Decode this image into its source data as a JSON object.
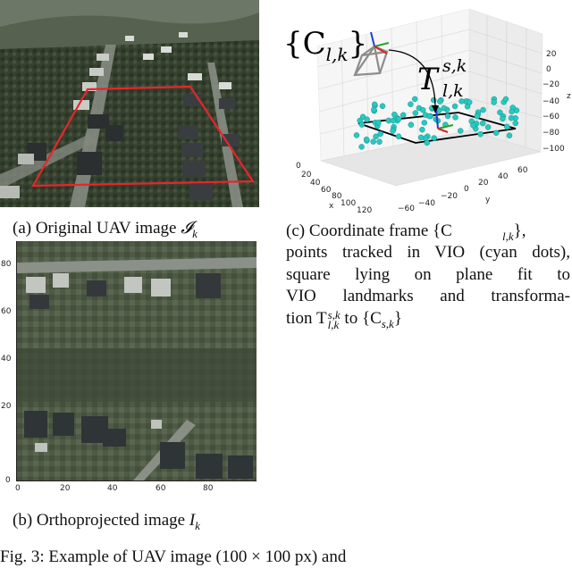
{
  "panel_a": {
    "caption_prefix": "(a) Original UAV image ",
    "caption_math": "𝓘",
    "caption_sub": "k",
    "overlay_color": "#e8252b"
  },
  "panel_b": {
    "caption_prefix": "(b) Orthoprojected image ",
    "caption_math": "I",
    "caption_sub": "k",
    "x_ticks": [
      "0",
      "20",
      "40",
      "60",
      "80"
    ],
    "y_ticks": [
      "0",
      "20",
      "40",
      "60",
      "80"
    ]
  },
  "panel_c": {
    "frame_label": "{C",
    "frame_label_sub": "l,k",
    "frame_label_close": "}",
    "transform_label": "T",
    "transform_sup": "s,k",
    "transform_sub": "l,k",
    "x_axis_label": "x",
    "y_axis_label": "y",
    "z_axis_label": "z",
    "x_ticks": [
      "0",
      "20",
      "40",
      "60",
      "80",
      "100",
      "120"
    ],
    "y_ticks": [
      "−60",
      "−40",
      "−20",
      "0",
      "20",
      "40",
      "60"
    ],
    "z_ticks": [
      "20",
      "0",
      "−20",
      "−40",
      "−60",
      "−80",
      "−100"
    ],
    "landmark_color": "#27c9c1",
    "caption_lines": [
      "(c) Coordinate frame {C",
      "points tracked in VIO (cyan dots),",
      "square lying on plane fit to",
      "VIO landmarks and transforma-",
      "tion T",
      " to {C"
    ],
    "caption_sub_lk": "l,k",
    "caption_sub_sk": "s,k",
    "caption_sup_sk": "s,k",
    "caption_close_comma": "},",
    "caption_close": "}"
  },
  "figure_caption": "Fig. 3: Example of UAV image (100 × 100 px) and"
}
